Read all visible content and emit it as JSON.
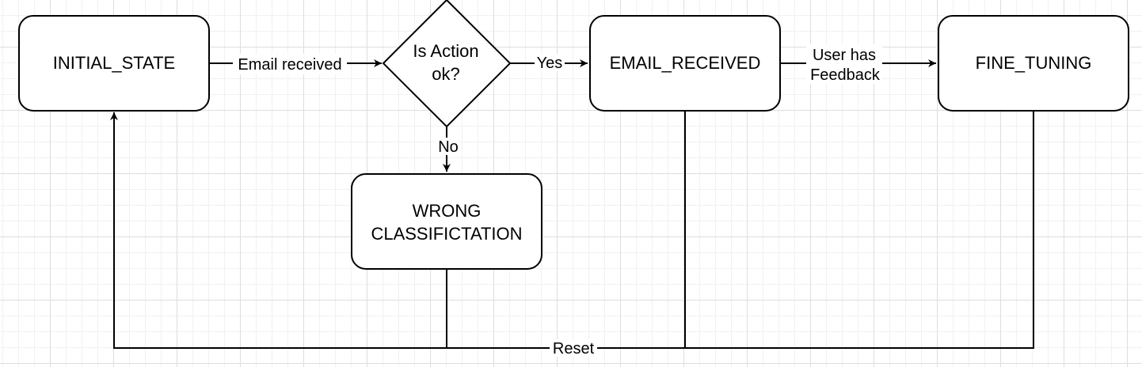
{
  "nodes": {
    "initial_state": "INITIAL_STATE",
    "decision_line1": "Is Action",
    "decision_line2": "ok?",
    "email_received": "EMAIL_RECEIVED",
    "fine_tuning": "FINE_TUNING",
    "wrong_line1": "WRONG",
    "wrong_line2": "CLASSIFICTATION"
  },
  "edges": {
    "email_received_label": "Email received",
    "yes_label": "Yes",
    "no_label": "No",
    "feedback_line1": "User has",
    "feedback_line2": "Feedback",
    "reset_label": "Reset"
  },
  "colors": {
    "stroke": "#000000",
    "fill": "#ffffff",
    "grid": "#dedede"
  }
}
